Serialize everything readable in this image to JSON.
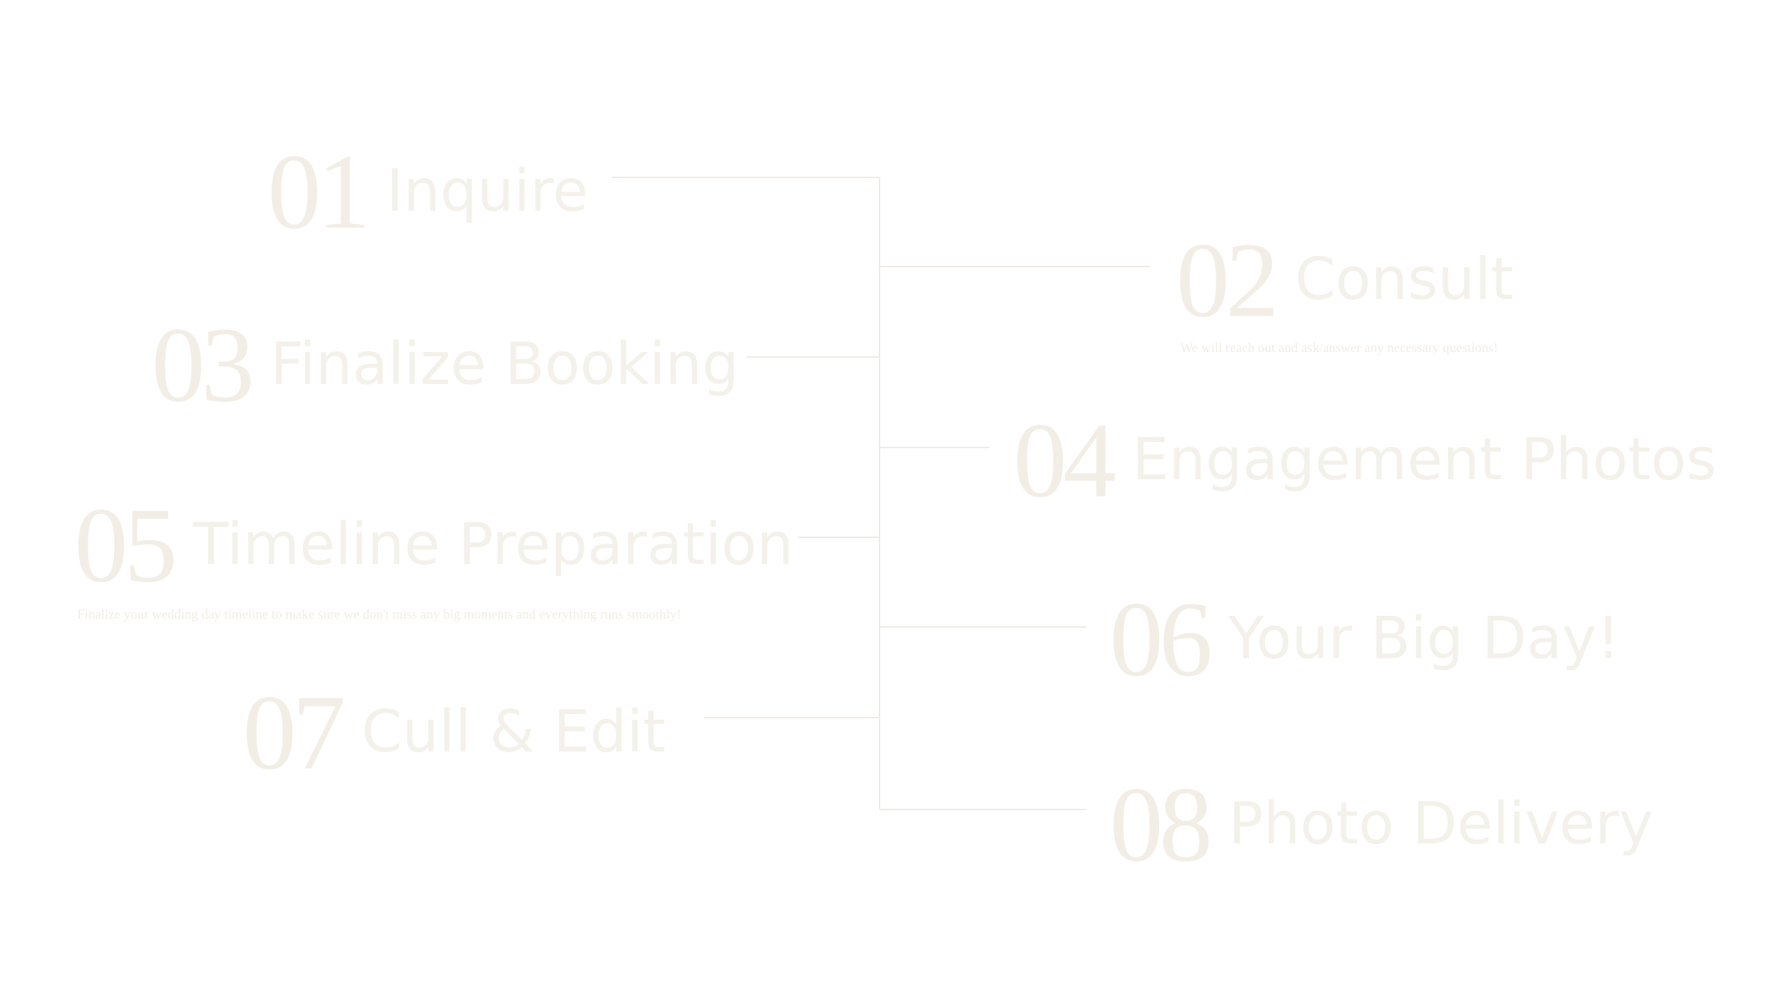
{
  "colors": {
    "background": "#ffffff",
    "text": "#f4f1ea",
    "line": "#efebe3"
  },
  "steps": [
    {
      "number": "01",
      "title": "Inquire",
      "description": ""
    },
    {
      "number": "02",
      "title": "Consult",
      "description": "We will reach out and ask/answer any necessary questions!"
    },
    {
      "number": "03",
      "title": "Finalize Booking",
      "description": ""
    },
    {
      "number": "04",
      "title": "Engagement Photos",
      "description": ""
    },
    {
      "number": "05",
      "title": "Timeline Preparation",
      "description": "Finalize your wedding day timeline to make sure we don't miss any big moments and everything runs smoothly!"
    },
    {
      "number": "06",
      "title": "Your Big Day!",
      "description": ""
    },
    {
      "number": "07",
      "title": "Cull & Edit",
      "description": ""
    },
    {
      "number": "08",
      "title": "Photo Delivery",
      "description": ""
    }
  ]
}
